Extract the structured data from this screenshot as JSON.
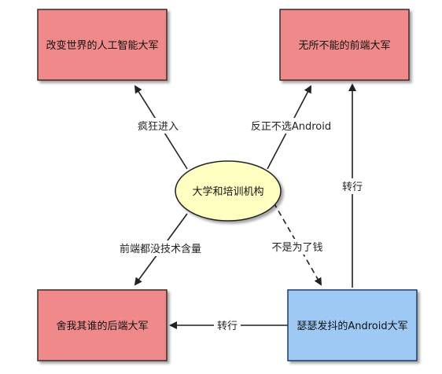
{
  "diagram": {
    "nodes": {
      "ai_army": {
        "label": "改变世界的人工智能大军",
        "fill": "#f08a8a",
        "stroke": "#3a2a2a"
      },
      "frontend_army": {
        "label": "无所不能的前端大军",
        "fill": "#f08a8a",
        "stroke": "#3a2a2a"
      },
      "center": {
        "label": "大学和培训机构",
        "fill": "#ffffc2",
        "stroke": "#222222"
      },
      "backend_army": {
        "label": "舍我其谁的后端大军",
        "fill": "#f08a8a",
        "stroke": "#3a2a2a"
      },
      "android_army": {
        "label": "瑟瑟发抖的Android大军",
        "fill": "#9ec9f5",
        "stroke": "#1e3b66"
      }
    },
    "edges": {
      "to_ai": {
        "label": "疯狂进入"
      },
      "to_frontend": {
        "label": "反正不选Android"
      },
      "to_backend": {
        "label": "前端都没技术含量"
      },
      "to_android": {
        "label": "不是为了钱"
      },
      "android_to_frontend": {
        "label": "转行"
      },
      "android_to_backend": {
        "label": "转行"
      }
    }
  }
}
